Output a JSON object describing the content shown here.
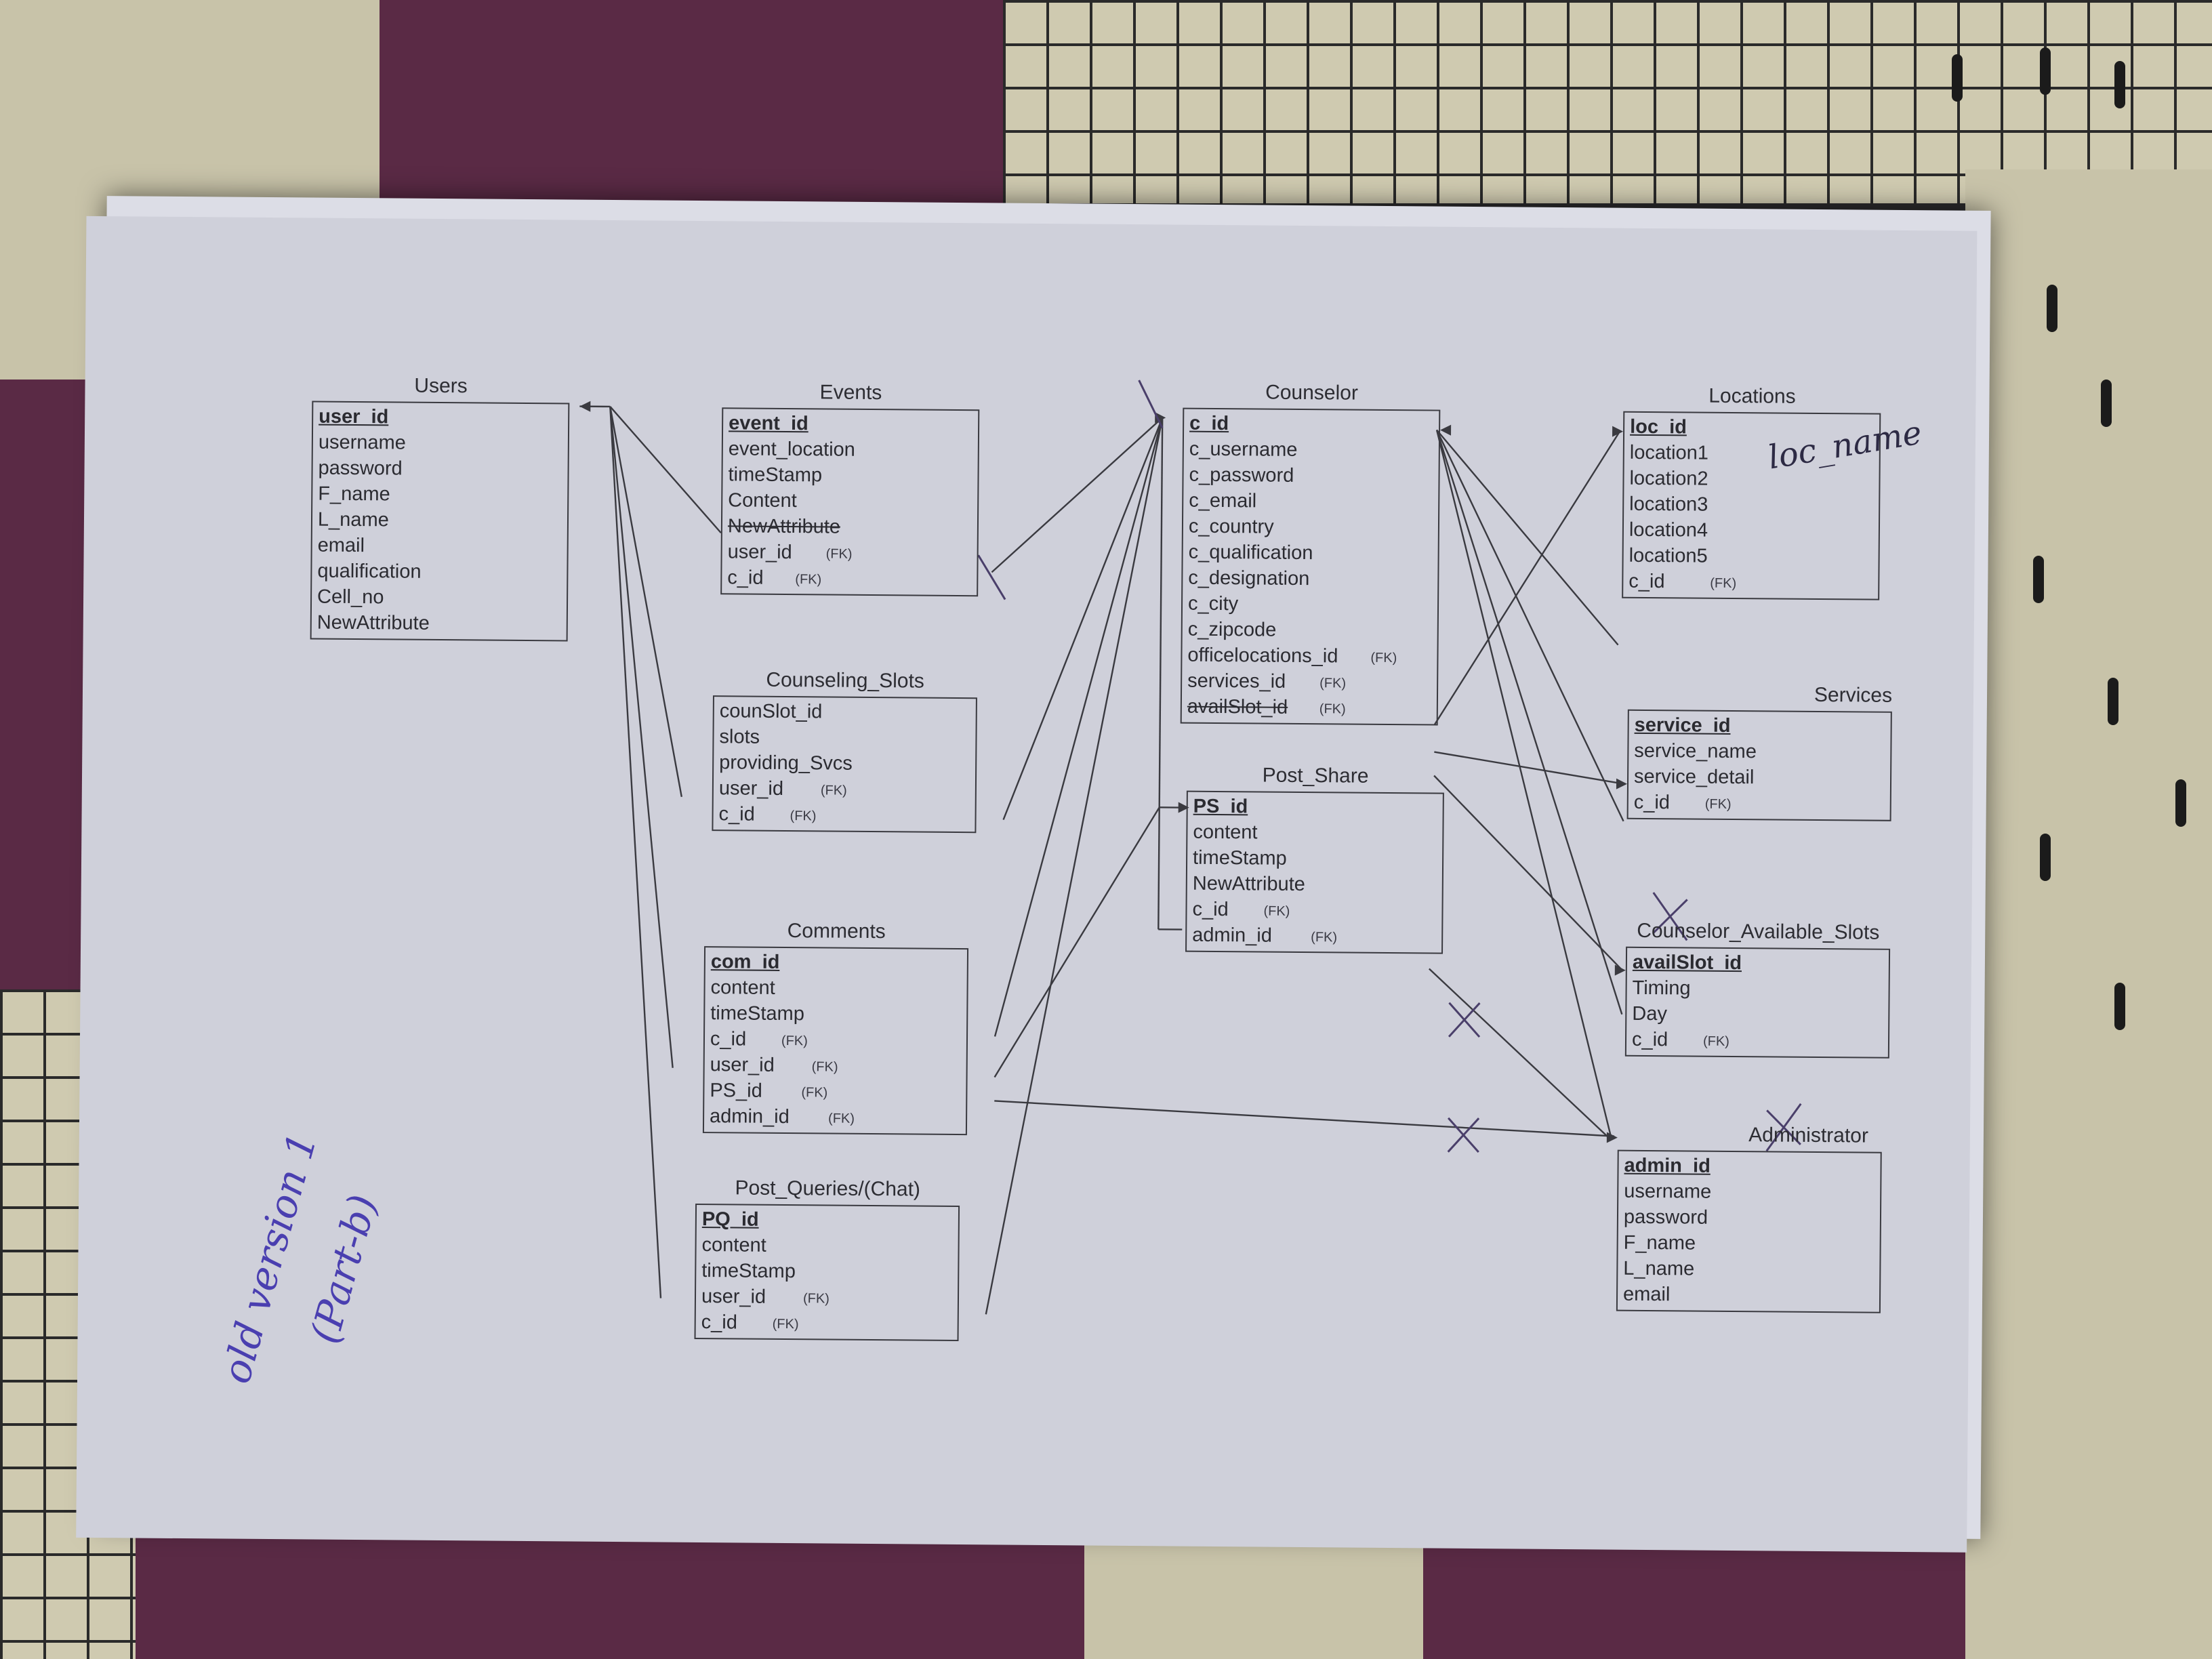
{
  "entities": {
    "users": {
      "title": "Users",
      "rows": [
        {
          "name": "user_id",
          "pk": true
        },
        {
          "name": "username"
        },
        {
          "name": "password"
        },
        {
          "name": "F_name"
        },
        {
          "name": "L_name"
        },
        {
          "name": "email"
        },
        {
          "name": "qualification"
        },
        {
          "name": "Cell_no"
        },
        {
          "name": "NewAttribute"
        }
      ]
    },
    "events": {
      "title": "Events",
      "rows": [
        {
          "name": "event_id",
          "pk": true
        },
        {
          "name": "event_location"
        },
        {
          "name": "timeStamp"
        },
        {
          "name": "Content"
        },
        {
          "name": "NewAttribute",
          "struck": true
        },
        {
          "name": "user_id",
          "fk": "(FK)"
        },
        {
          "name": "c_id",
          "fk": "(FK)"
        }
      ]
    },
    "counselor": {
      "title": "Counselor",
      "rows": [
        {
          "name": "c_id",
          "pk": true
        },
        {
          "name": "c_username"
        },
        {
          "name": "c_password"
        },
        {
          "name": "c_email"
        },
        {
          "name": "c_country"
        },
        {
          "name": "c_qualification"
        },
        {
          "name": "c_designation"
        },
        {
          "name": "c_city"
        },
        {
          "name": "c_zipcode"
        },
        {
          "name": "officelocations_id",
          "fk": "(FK)"
        },
        {
          "name": "services_id",
          "fk": "(FK)"
        },
        {
          "name": "availSlot_id",
          "fk": "(FK)",
          "struck": true
        }
      ]
    },
    "locations": {
      "title": "Locations",
      "rows": [
        {
          "name": "loc_id",
          "pk": true
        },
        {
          "name": "location1"
        },
        {
          "name": "location2"
        },
        {
          "name": "location3"
        },
        {
          "name": "location4"
        },
        {
          "name": "location5"
        },
        {
          "name": "c_id",
          "fk": "(FK)"
        }
      ]
    },
    "counseling_slots": {
      "title": "Counseling_Slots",
      "rows": [
        {
          "name": "counSlot_id"
        },
        {
          "name": "slots"
        },
        {
          "name": "providing_Svcs"
        },
        {
          "name": "user_id",
          "fk": "(FK)"
        },
        {
          "name": "c_id",
          "fk": "(FK)"
        }
      ]
    },
    "services": {
      "title": "Services",
      "rows": [
        {
          "name": "service_id",
          "pk": true
        },
        {
          "name": "service_name"
        },
        {
          "name": "service_detail"
        },
        {
          "name": "c_id",
          "fk": "(FK)"
        }
      ]
    },
    "post_share": {
      "title": "Post_Share",
      "rows": [
        {
          "name": "PS_id",
          "pk": true
        },
        {
          "name": "content"
        },
        {
          "name": "timeStamp"
        },
        {
          "name": "NewAttribute"
        },
        {
          "name": "c_id",
          "fk": "(FK)"
        },
        {
          "name": "admin_id",
          "fk": "(FK)"
        }
      ]
    },
    "counselor_available_slots": {
      "title": "Counselor_Available_Slots",
      "rows": [
        {
          "name": "availSlot_id",
          "pk": true
        },
        {
          "name": "Timing"
        },
        {
          "name": "Day"
        },
        {
          "name": "c_id",
          "fk": "(FK)"
        }
      ]
    },
    "comments": {
      "title": "Comments",
      "rows": [
        {
          "name": "com_id",
          "pk": true
        },
        {
          "name": "content"
        },
        {
          "name": "timeStamp"
        },
        {
          "name": "c_id",
          "fk": "(FK)"
        },
        {
          "name": "user_id",
          "fk": "(FK)"
        },
        {
          "name": "PS_id",
          "fk": "(FK)"
        },
        {
          "name": "admin_id",
          "fk": "(FK)"
        }
      ]
    },
    "administrator": {
      "title": "Administrator",
      "rows": [
        {
          "name": "admin_id",
          "pk": true
        },
        {
          "name": "username"
        },
        {
          "name": "password"
        },
        {
          "name": "F_name"
        },
        {
          "name": "L_name"
        },
        {
          "name": "email"
        }
      ]
    },
    "post_queries": {
      "title": "Post_Queries/(Chat)",
      "rows": [
        {
          "name": "PQ_id",
          "pk": true
        },
        {
          "name": "content"
        },
        {
          "name": "timeStamp"
        },
        {
          "name": "user_id",
          "fk": "(FK)"
        },
        {
          "name": "c_id",
          "fk": "(FK)"
        }
      ]
    }
  },
  "handwriting": {
    "loc_name": "loc_name",
    "old_version": "old version 1",
    "part_b": "(Part-b)"
  },
  "colors": {
    "ink": "#3a3a40",
    "pen_blue": "#4a3fb0",
    "paper": "#dcdde6"
  }
}
